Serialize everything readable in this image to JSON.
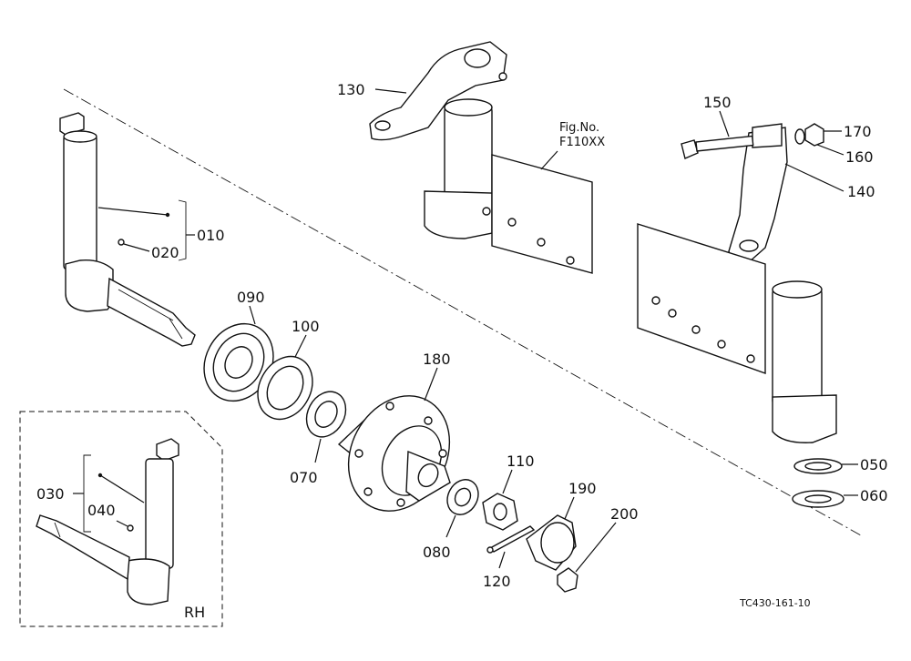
{
  "figure_ref": {
    "caption": "Fig.No.",
    "number": "F110XX"
  },
  "drawing_code": "TC430-161-10",
  "inset_label": "RH",
  "parts": {
    "p010": "010",
    "p020": "020",
    "p030": "030",
    "p040": "040",
    "p050": "050",
    "p060": "060",
    "p070": "070",
    "p080": "080",
    "p090": "090",
    "p100": "100",
    "p110": "110",
    "p120": "120",
    "p130": "130",
    "p140": "140",
    "p150": "150",
    "p160": "160",
    "p170": "170",
    "p180": "180",
    "p190": "190",
    "p200": "200"
  }
}
